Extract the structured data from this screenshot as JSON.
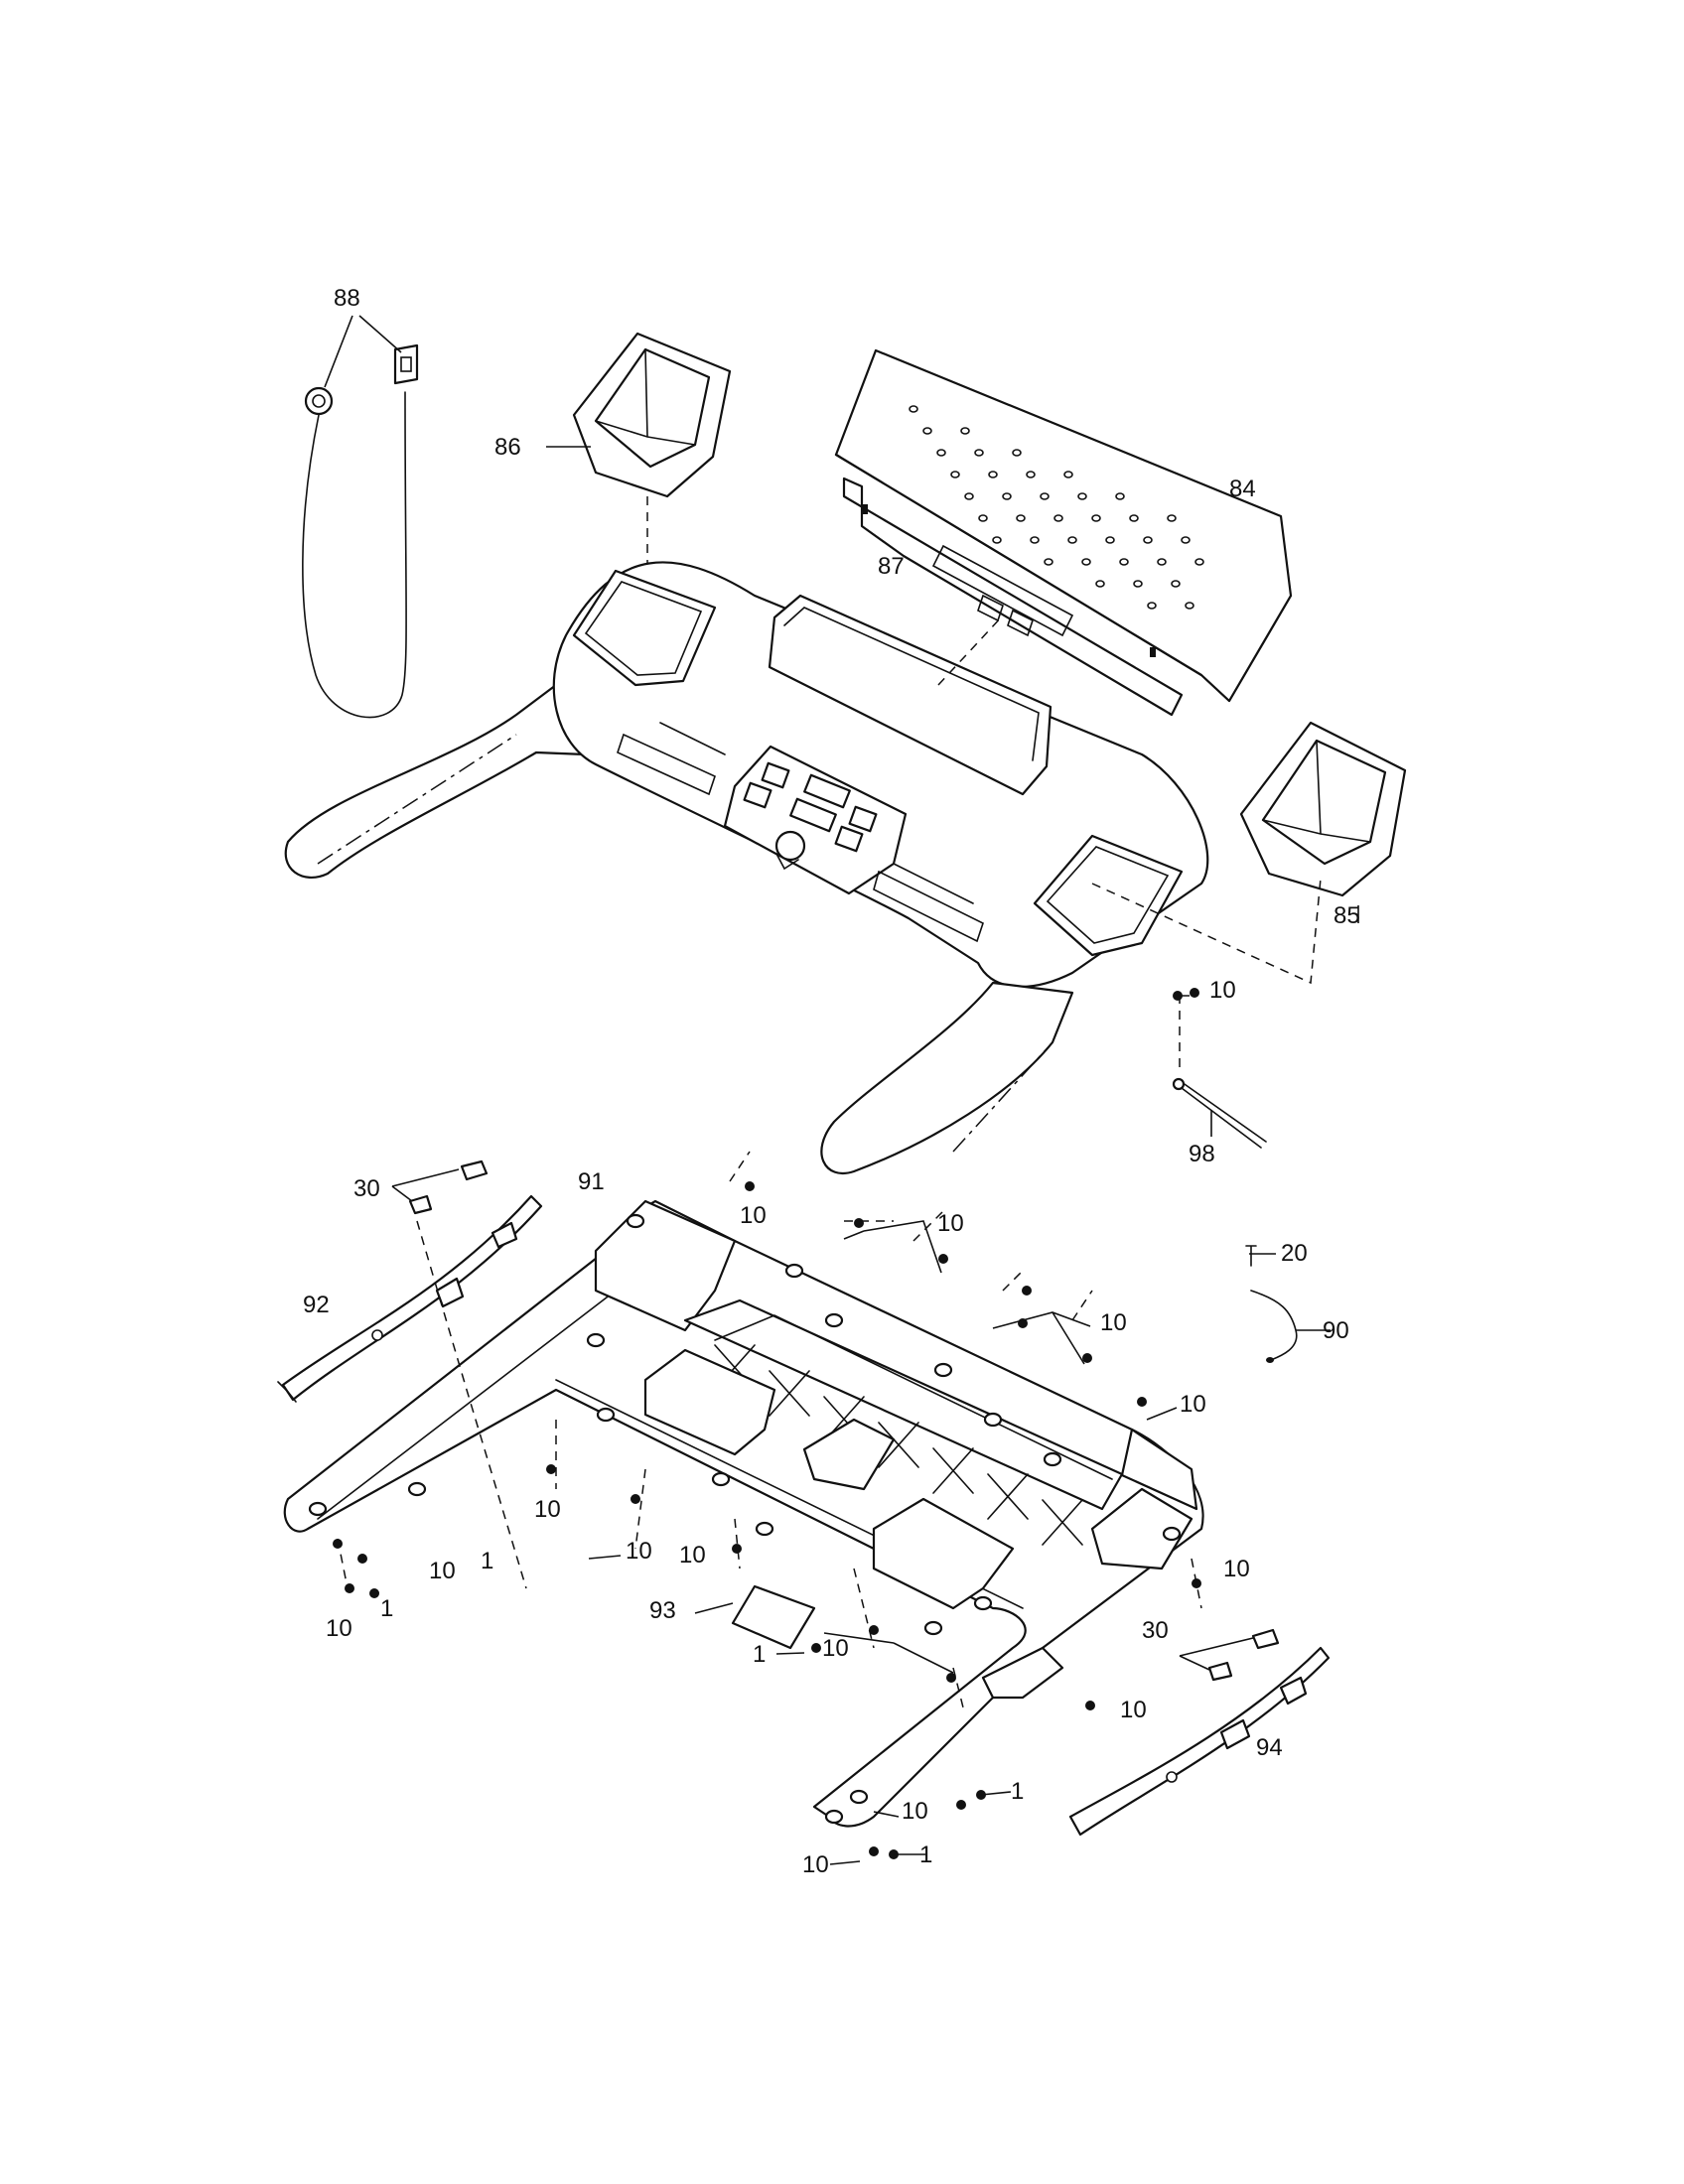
{
  "labels": {
    "p84": "84",
    "p85": "85",
    "p86": "86",
    "p87": "87",
    "p88": "88",
    "p90": "90",
    "p91": "91",
    "p92": "92",
    "p93": "93",
    "p94": "94",
    "p98": "98",
    "p20": "20",
    "p30a": "30",
    "p30b": "30",
    "p1": "1",
    "p10": "10"
  },
  "colors": {
    "line": "#111111",
    "paper": "#ffffff"
  }
}
